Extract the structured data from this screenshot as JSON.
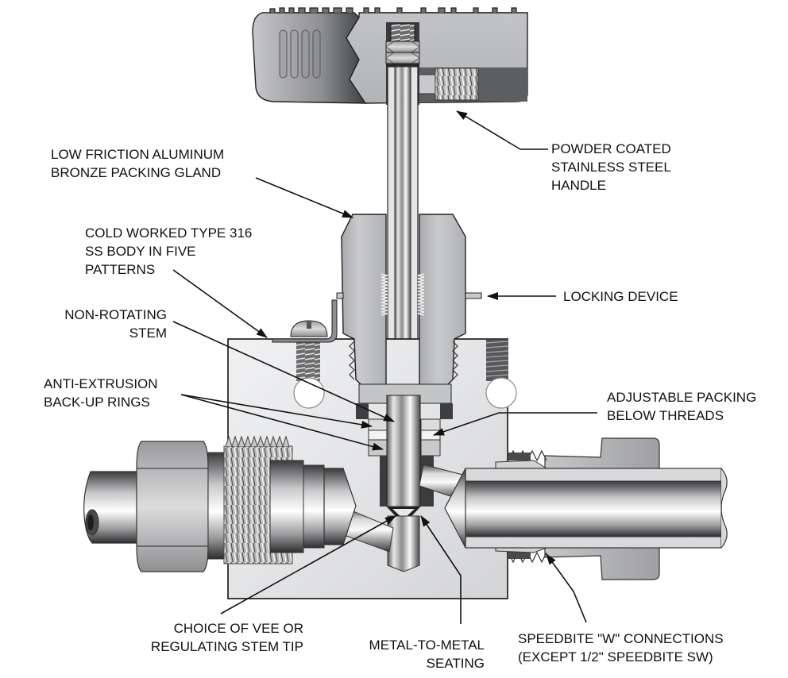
{
  "title": "Needle valve cutaway diagram",
  "colors": {
    "background": "#ffffff",
    "line": "#111111",
    "body_fill": "#e2e3e5",
    "gland_fill": "#bfc0c3",
    "handle_fill": "#b9babd",
    "handle_dark": "#5a5b5e",
    "metal_light": "#f2f2f2",
    "metal_dark": "#3c3c3e"
  },
  "callouts": {
    "handle": {
      "lines": [
        "POWDER COATED",
        "STAINLESS STEEL",
        "HANDLE"
      ]
    },
    "packing_gland": {
      "lines": [
        "LOW FRICTION ALUMINUM",
        "BRONZE PACKING GLAND"
      ]
    },
    "body": {
      "lines": [
        "COLD WORKED TYPE 316",
        "SS BODY IN FIVE",
        "PATTERNS"
      ]
    },
    "locking_device": {
      "lines": [
        "LOCKING DEVICE"
      ]
    },
    "stem": {
      "lines": [
        "NON-ROTATING",
        "STEM"
      ]
    },
    "backup_rings": {
      "lines": [
        "ANTI-EXTRUSION",
        "BACK-UP RINGS"
      ]
    },
    "adjustable_packing": {
      "lines": [
        "ADJUSTABLE PACKING",
        "BELOW THREADS"
      ]
    },
    "stem_tip": {
      "lines": [
        "CHOICE OF VEE OR",
        "REGULATING STEM TIP"
      ]
    },
    "seating": {
      "lines": [
        "METAL-TO-METAL",
        "SEATING"
      ]
    },
    "connections": {
      "lines": [
        "SPEEDBITE \"W\" CONNECTIONS",
        "(EXCEPT 1/2\" SPEEDBITE SW)"
      ]
    }
  }
}
